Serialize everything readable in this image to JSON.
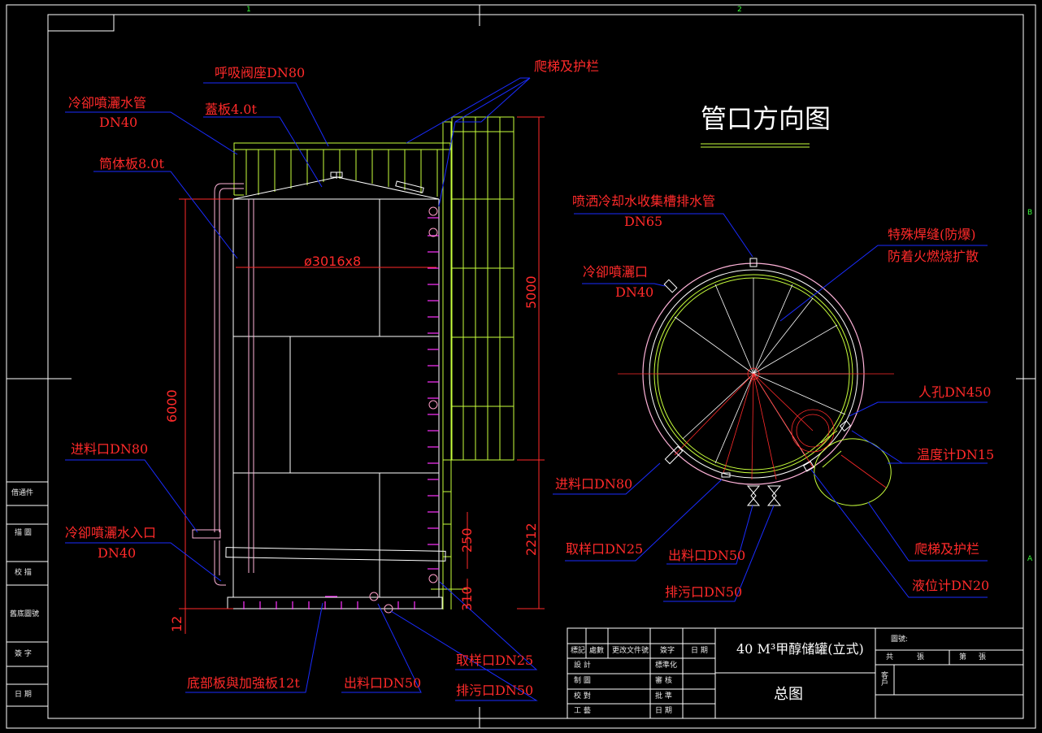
{
  "grid_refs": {
    "col1": "1",
    "col2": "2",
    "rowB": "B",
    "rowA": "A"
  },
  "elevation_labels": {
    "breather": "呼吸阀座DN80",
    "ladder": "爬梯及护栏",
    "spray_pipe": "冷卻噴灑水管",
    "spray_pipe_dn": "DN40",
    "cover_plate": "蓋板4.0t",
    "shell_plate": "筒体板8.0t",
    "feed_inlet": "进料口DN80",
    "spray_inlet": "冷卻噴灑水入口",
    "spray_inlet_dn": "DN40",
    "bottom_plate": "底部板與加強板12t",
    "outlet": "出料口DN50",
    "sample": "取样口DN25",
    "drain": "排污口DN50"
  },
  "dimensions": {
    "diameter": "ø3016x8",
    "height_total": "6000",
    "ladder_height": "5000",
    "lower_height": "2212",
    "dim_250": "250",
    "dim_310": "310",
    "dim_12": "12"
  },
  "plan": {
    "title": "管口方向图",
    "collect_drain": "喷洒冷却水收集槽排水管",
    "collect_drain_dn": "DN65",
    "weld_line1": "特殊焊缝(防爆)",
    "weld_line2": "防着火燃烧扩散",
    "spray_port": "冷卻噴灑口",
    "spray_port_dn": "DN40",
    "manhole": "人孔DN450",
    "thermometer": "温度计DN15",
    "feed_inlet": "进料口DN80",
    "sample": "取样口DN25",
    "outlet": "出料口DN50",
    "drain": "排污口DN50",
    "ladder": "爬梯及护栏",
    "level": "液位计DN20"
  },
  "side_block": [
    "借通件",
    "描 圖",
    "校 描",
    "舊底圖號",
    "簽 字",
    "日 期"
  ],
  "title_block": {
    "name": "40 M³甲醇储罐(立式)",
    "drawing": "总图",
    "revision_headers": [
      "標記",
      "處數",
      "更改文件號",
      "簽字",
      "日 期"
    ],
    "roles": [
      "設 計",
      "制 圖",
      "校 對",
      "工 藝"
    ],
    "roles2": [
      "標準化",
      "審 核",
      "批 準",
      "日 期"
    ],
    "drawing_no": "圖號:",
    "total": "共",
    "sheets": "張",
    "page": "第",
    "page_unit": "張",
    "customer": "客 戶"
  },
  "colors": {
    "label": "#ff2a2a",
    "ladder": "#c8ff3c",
    "shell": "#ffffff",
    "pipe": "#ff9ec8",
    "leader": "#1a2cff",
    "magenta": "#ff33ff",
    "frame": "#ffffff"
  }
}
